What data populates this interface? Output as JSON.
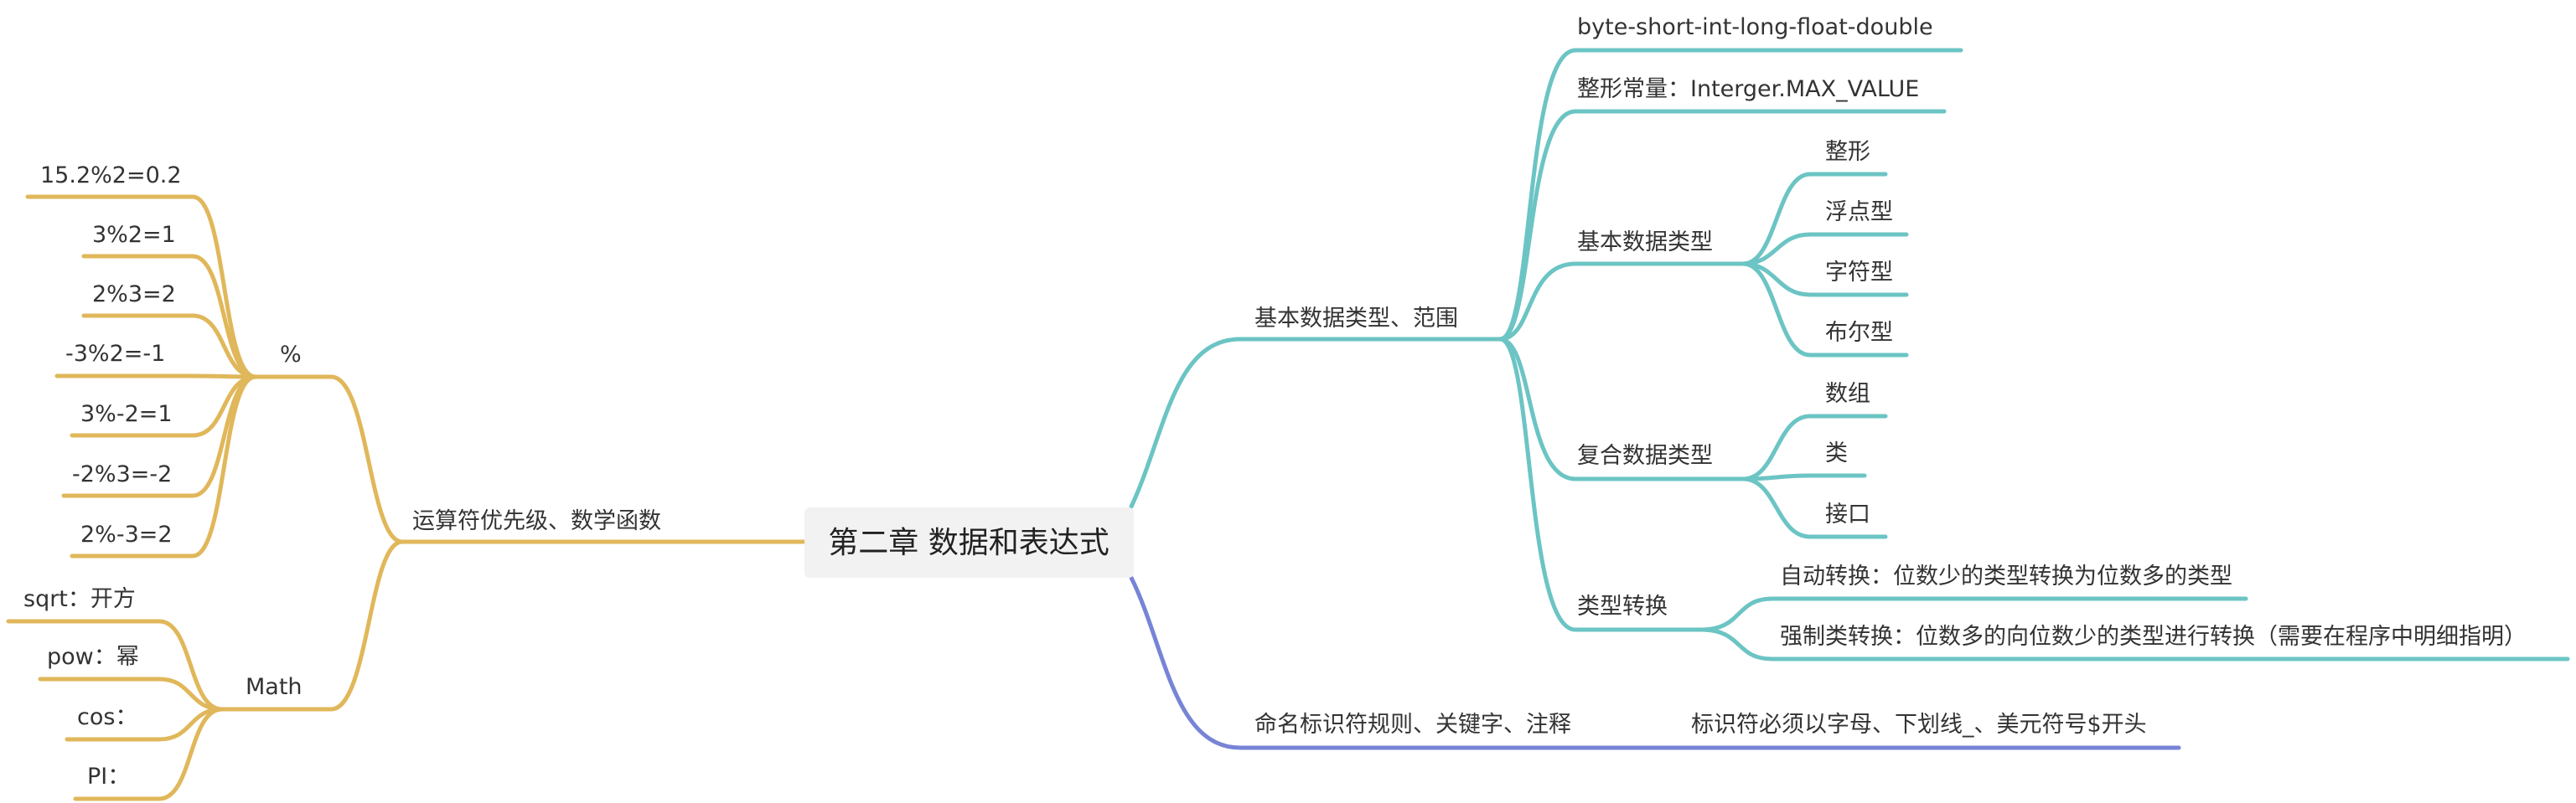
{
  "colors": {
    "teal": "#6cc4c4",
    "gold": "#e0b75a",
    "indigo": "#7784d6",
    "root_bg": "#f2f2f2",
    "text": "#333333"
  },
  "root": {
    "label": "第二章 数据和表达式"
  },
  "right": {
    "basic_types_range": {
      "label": "基本数据类型、范围",
      "children": {
        "order": "byte-short-int-long-float-double",
        "int_const": "整形常量：Interger.MAX_VALUE",
        "basic_types": {
          "label": "基本数据类型",
          "children": [
            "整形",
            "浮点型",
            "字符型",
            "布尔型"
          ]
        },
        "composite_types": {
          "label": "复合数据类型",
          "children": [
            "数组",
            "类",
            "接口"
          ]
        },
        "conversion": {
          "label": "类型转换",
          "children": [
            "自动转换：位数少的类型转换为位数多的类型",
            "强制类转换：位数多的向位数少的类型进行转换（需要在程序中明细指明）"
          ]
        }
      }
    },
    "naming": {
      "label": "命名标识符规则、关键字、注释",
      "children": [
        "标识符必须以字母、下划线_、美元符号$开头"
      ]
    }
  },
  "left": {
    "operators": {
      "label": "运算符优先级、数学函数",
      "modulo": {
        "label": "%",
        "children": [
          "15.2%2=0.2",
          "3%2=1",
          "2%3=2",
          "-3%2=-1",
          "3%-2=1",
          "-2%3=-2",
          "2%-3=2"
        ]
      },
      "math": {
        "label": "Math",
        "children": [
          "sqrt：开方",
          "pow：幂",
          "cos：",
          "PI："
        ]
      }
    }
  }
}
